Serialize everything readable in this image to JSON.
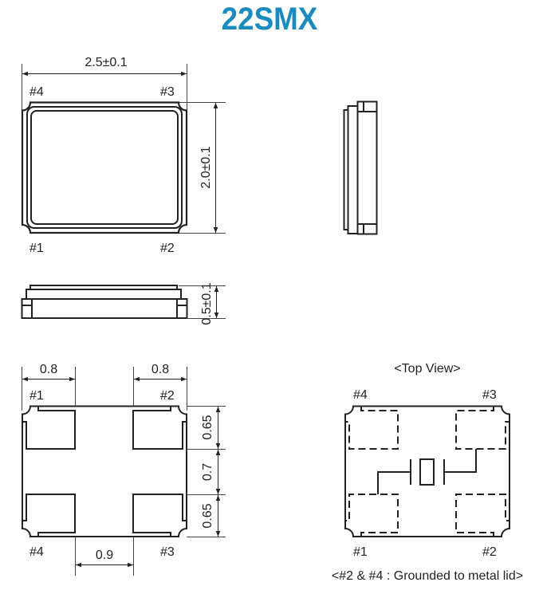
{
  "title": "22SMX",
  "colors": {
    "title": "#1a8bbf",
    "line": "#222222",
    "dim_line": "#444444"
  },
  "top_view": {
    "width_dim": "2.5±0.1",
    "height_dim": "2.0±0.1",
    "pins": {
      "top_left": "#4",
      "top_right": "#3",
      "bottom_left": "#1",
      "bottom_right": "#2"
    }
  },
  "side_view": {
    "height_dim": "0.5±0.1"
  },
  "pad_view": {
    "pad_width_left": "0.8",
    "pad_width_right": "0.8",
    "pad_gap_horizontal": "0.9",
    "pad_height_top": "0.65",
    "pad_gap_vertical": "0.7",
    "pad_height_bottom": "0.65",
    "pins": {
      "top_left": "#1",
      "top_right": "#2",
      "bottom_left": "#4",
      "bottom_right": "#3"
    }
  },
  "schematic": {
    "heading": "<Top View>",
    "pins": {
      "top_left": "#4",
      "top_right": "#3",
      "bottom_left": "#1",
      "bottom_right": "#2"
    },
    "note": "<#2 & #4 : Grounded to metal lid>"
  }
}
